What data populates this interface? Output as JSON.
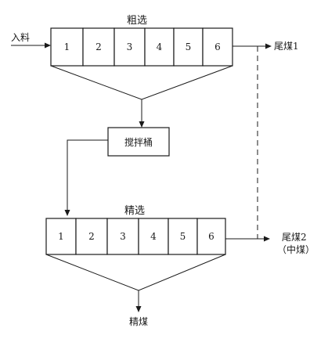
{
  "diagram": {
    "rougher": {
      "label": "粗选",
      "cells": [
        "1",
        "2",
        "3",
        "4",
        "5",
        "6"
      ]
    },
    "cleaner": {
      "label": "精选",
      "cells": [
        "1",
        "2",
        "3",
        "4",
        "5",
        "6"
      ]
    },
    "feed_label": "入料",
    "tailings1_label": "尾煤1",
    "tank_label": "搅拌桶",
    "tailings2_label": "尾煤2",
    "middlings_label": "（中煤）",
    "concentrate_label": "精煤",
    "colors": {
      "line": "#1a1a1a",
      "background": "#ffffff"
    }
  }
}
